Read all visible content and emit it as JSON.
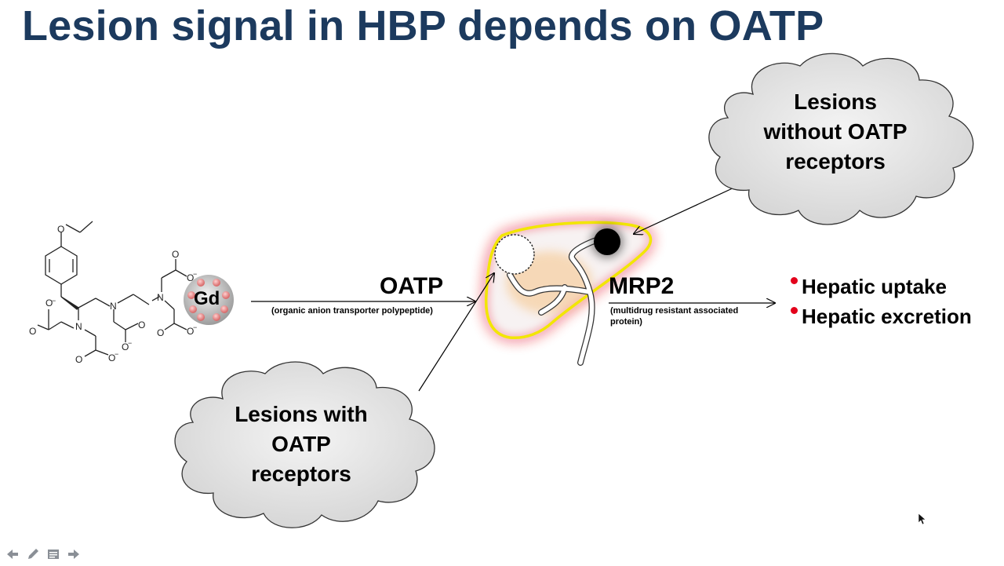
{
  "slide": {
    "title": "Lesion signal in HBP depends on OATP"
  },
  "molecule": {
    "metal_label": "Gd"
  },
  "transport": {
    "oatp_label": "OATP",
    "oatp_full": "(organic anion transporter polypeptide)",
    "mrp2_label": "MRP2",
    "mrp2_full_line1": "(multidrug resistant associated",
    "mrp2_full_line2": "protein)"
  },
  "clouds": {
    "top": {
      "lines": [
        "Lesions",
        "without OATP",
        "receptors"
      ]
    },
    "bottom": {
      "lines": [
        "Lesions with",
        "OATP",
        "receptors"
      ]
    }
  },
  "outcomes": [
    "Hepatic uptake",
    "Hepatic excretion"
  ],
  "colors": {
    "title": "#1c3a5e",
    "bullet": "#e3001b",
    "liver_outline": "#f2e600",
    "liver_glow": "#e8001a",
    "cloud_fill": "#e4e4e4"
  },
  "toolbar_icons": [
    "arrow-left-icon",
    "pencil-icon",
    "slides-icon",
    "arrow-right-icon"
  ]
}
